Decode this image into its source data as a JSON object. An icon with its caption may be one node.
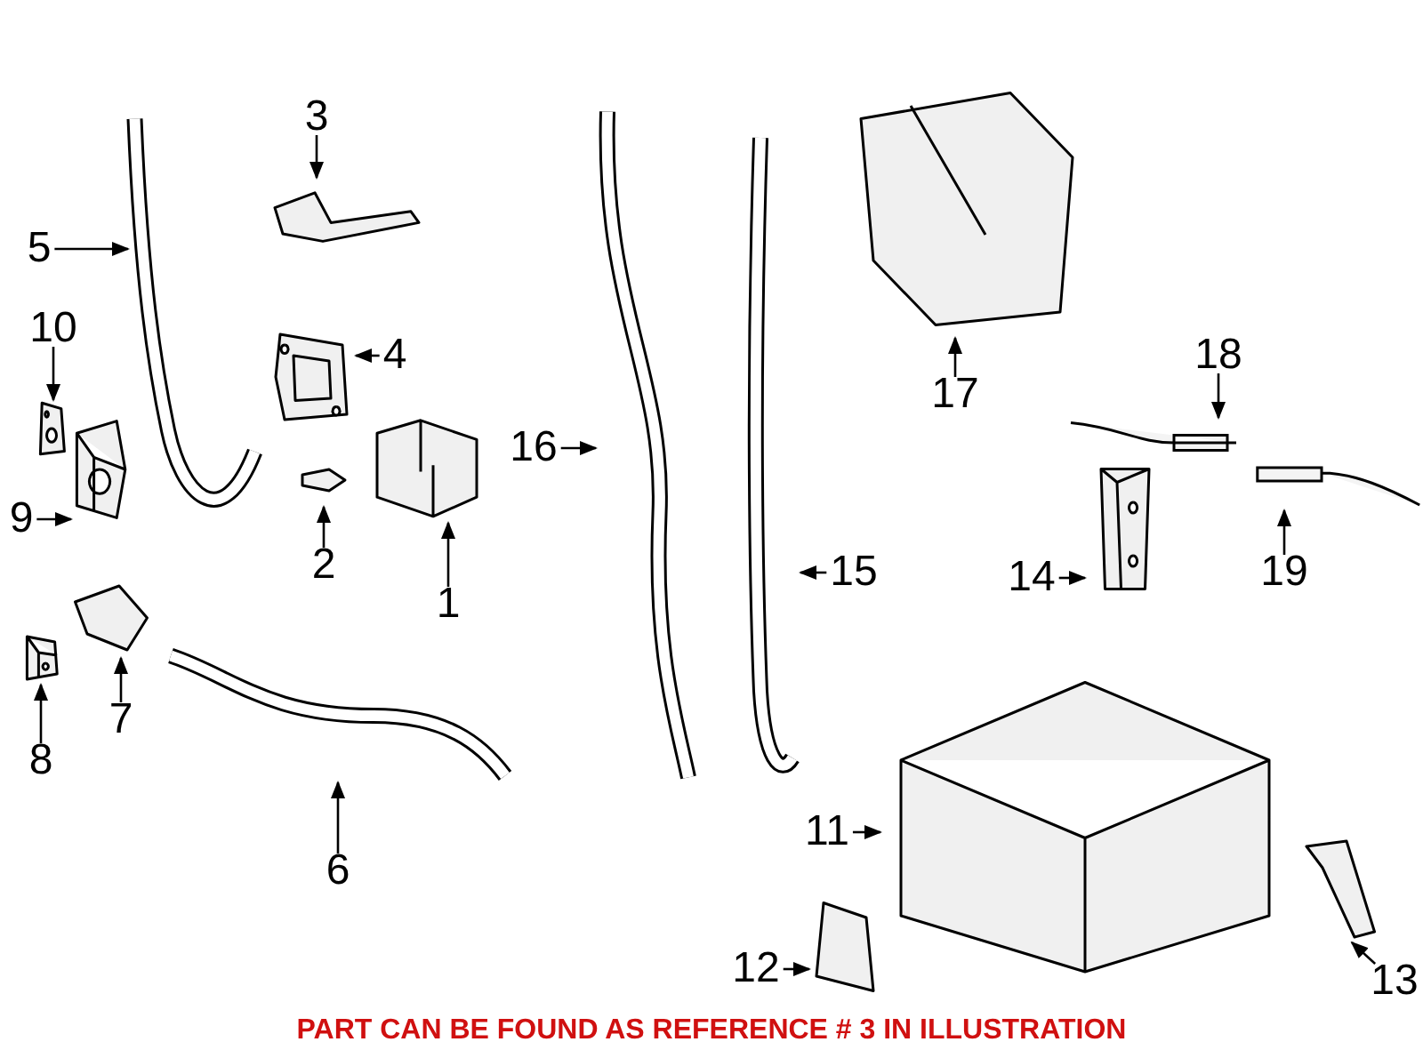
{
  "diagram": {
    "caption": "PART CAN BE FOUND AS REFERENCE # 3 IN ILLUSTRATION",
    "nodes": [
      {
        "text": [
          "1"
        ]
      },
      {
        "text": [
          "2"
        ]
      },
      {
        "text": [
          "3"
        ]
      },
      {
        "text": [
          "4"
        ]
      },
      {
        "text": [
          "5"
        ]
      },
      {
        "text": [
          "6"
        ]
      },
      {
        "text": [
          "7"
        ]
      },
      {
        "text": [
          "8"
        ]
      },
      {
        "text": [
          "9"
        ]
      },
      {
        "text": [
          "10"
        ]
      },
      {
        "text": [
          "11"
        ]
      },
      {
        "text": [
          "12"
        ]
      },
      {
        "text": [
          "13"
        ]
      },
      {
        "text": [
          "14"
        ]
      },
      {
        "text": [
          "15"
        ]
      },
      {
        "text": [
          "16"
        ]
      },
      {
        "text": [
          "17"
        ]
      },
      {
        "text": [
          "18"
        ]
      },
      {
        "text": [
          "19"
        ]
      },
      {
        "text": [],
        "shape": "picture"
      },
      {
        "text": [],
        "shape": "picture"
      },
      {
        "text": [],
        "shape": "picture"
      },
      {
        "text": [],
        "shape": "picture"
      },
      {
        "text": [],
        "shape": "picture"
      },
      {
        "text": [],
        "shape": "picture"
      },
      {
        "text": [],
        "shape": "picture"
      },
      {
        "text": [],
        "shape": "picture"
      },
      {
        "text": [],
        "shape": "picture"
      },
      {
        "text": [],
        "shape": "picture"
      },
      {
        "text": [],
        "shape": "picture"
      },
      {
        "text": [],
        "shape": "picture"
      },
      {
        "text": [],
        "shape": "picture"
      },
      {
        "text": [],
        "shape": "picture"
      },
      {
        "text": [],
        "shape": "picture"
      },
      {
        "text": [],
        "shape": "picture"
      },
      {
        "text": [],
        "shape": "picture"
      },
      {
        "text": [],
        "shape": "picture"
      },
      {
        "text": [],
        "shape": "picture"
      }
    ],
    "edges": [
      {
        "from": 0,
        "to": 19,
        "arrow": "to"
      },
      {
        "from": 1,
        "to": 20,
        "arrow": "to"
      },
      {
        "from": 2,
        "to": 21,
        "arrow": "to"
      },
      {
        "from": 3,
        "to": 22,
        "arrow": "to"
      },
      {
        "from": 4,
        "to": 23,
        "arrow": "to"
      },
      {
        "from": 5,
        "to": 24,
        "arrow": "to"
      },
      {
        "from": 6,
        "to": 25,
        "arrow": "to"
      },
      {
        "from": 7,
        "to": 26,
        "arrow": "to"
      },
      {
        "from": 8,
        "to": 27,
        "arrow": "to"
      },
      {
        "from": 9,
        "to": 28,
        "arrow": "to"
      },
      {
        "from": 10,
        "to": 29,
        "arrow": "to"
      },
      {
        "from": 11,
        "to": 30,
        "arrow": "to"
      },
      {
        "from": 12,
        "to": 31,
        "arrow": "to"
      },
      {
        "from": 13,
        "to": 32,
        "arrow": "to"
      },
      {
        "from": 14,
        "to": 33,
        "arrow": "to"
      },
      {
        "from": 15,
        "to": 34,
        "arrow": "to"
      },
      {
        "from": 16,
        "to": 35,
        "arrow": "to"
      },
      {
        "from": 17,
        "to": 36,
        "arrow": "to"
      },
      {
        "from": 18,
        "to": 37,
        "arrow": "to"
      }
    ]
  }
}
